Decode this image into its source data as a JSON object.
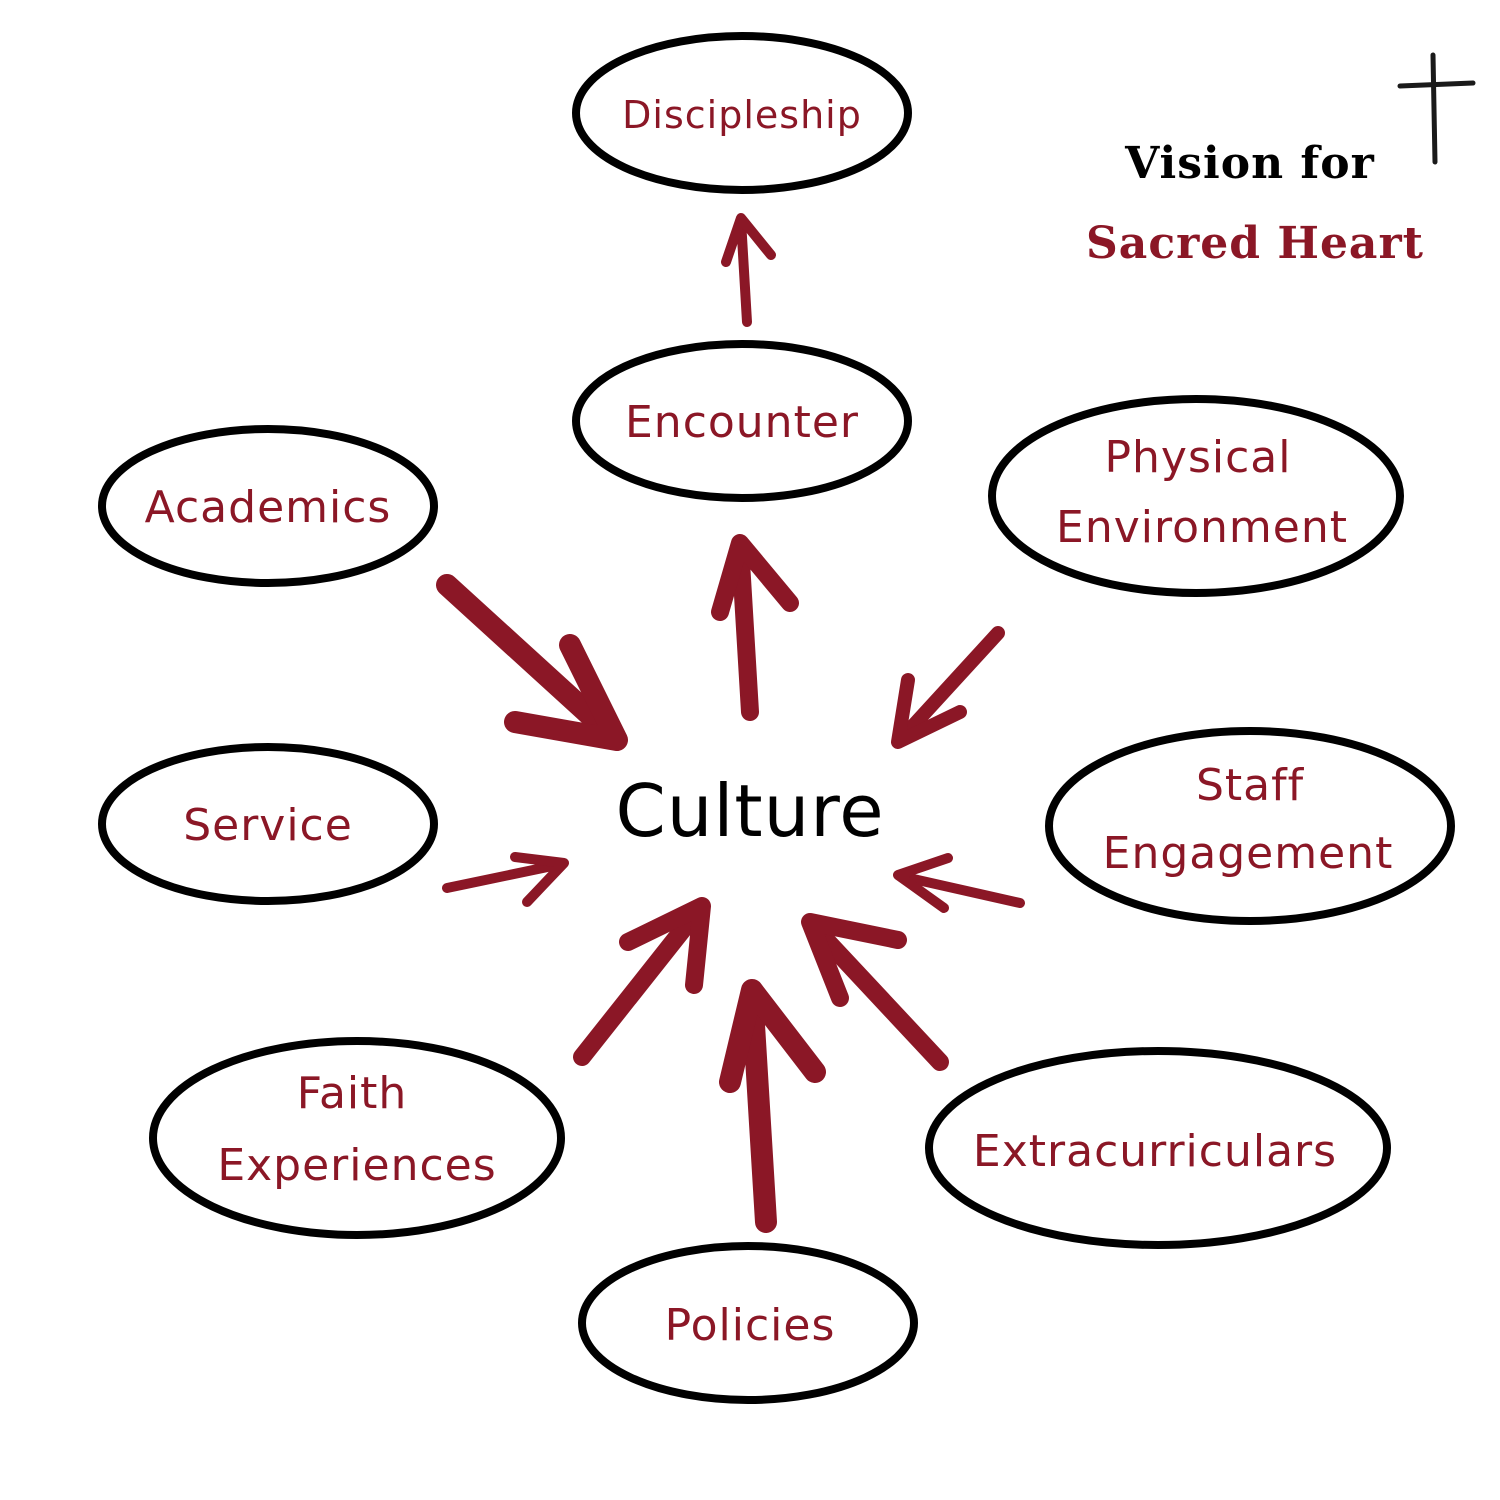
{
  "colors": {
    "accent": "#8b1726",
    "ink": "#000000",
    "background": "#ffffff"
  },
  "title": {
    "line1": "Vision for",
    "line2": "Sacred Heart",
    "icon": "cross-icon"
  },
  "center": {
    "label": "Culture"
  },
  "nodes": {
    "discipleship": {
      "label": "Discipleship"
    },
    "encounter": {
      "label": "Encounter"
    },
    "academics": {
      "label": "Academics"
    },
    "physical_environment": {
      "line1": "Physical",
      "line2": "Environment"
    },
    "service": {
      "label": "Service"
    },
    "staff_engagement": {
      "line1": "Staff",
      "line2": "Engagement"
    },
    "faith_experiences": {
      "line1": "Faith",
      "line2": "Experiences"
    },
    "extracurriculars": {
      "label": "Extracurriculars"
    },
    "policies": {
      "label": "Policies"
    }
  }
}
